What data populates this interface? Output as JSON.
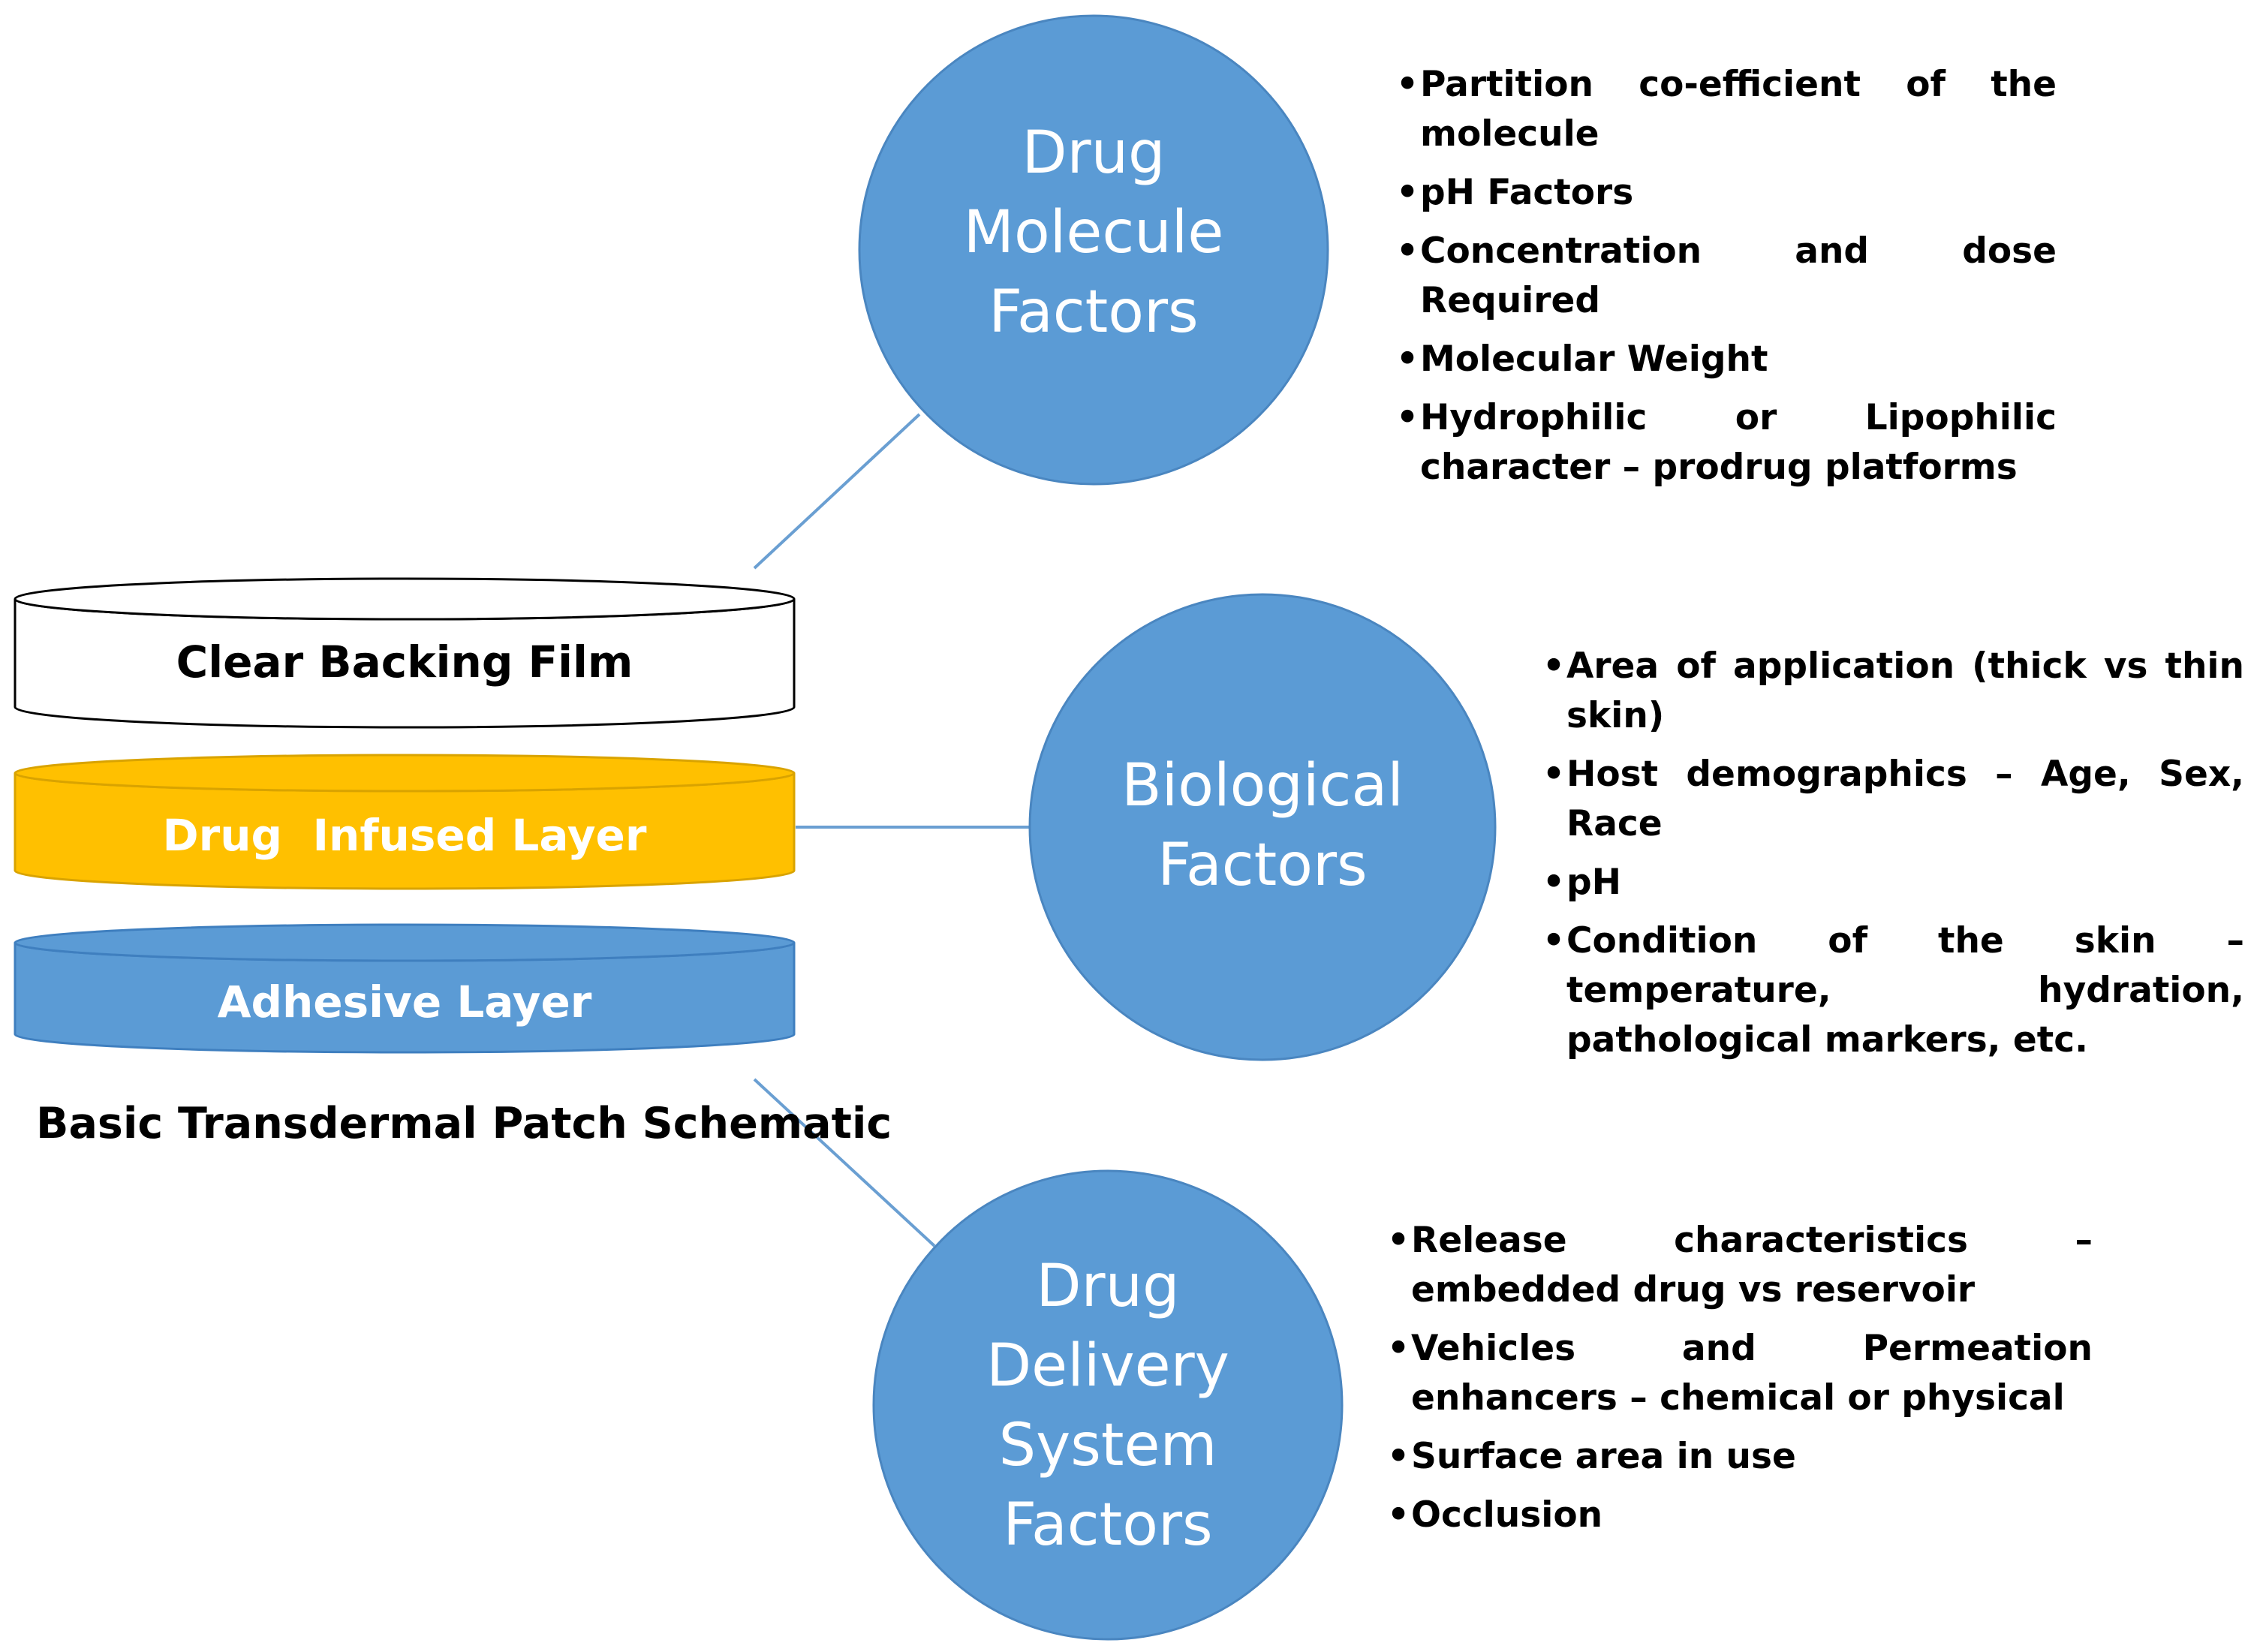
{
  "colors": {
    "circle_fill": "#5b9bd5",
    "circle_edge": "#4a86c0",
    "drug_layer": "#ffc000",
    "drug_layer_edge": "#d9a300",
    "adhesive_layer": "#5b9bd5",
    "adhesive_layer_edge": "#3f7fbf",
    "connector": "#6a9fd2",
    "backing_edge": "#000000"
  },
  "circles": {
    "molecule": {
      "lines": [
        "Drug",
        "Molecule",
        "Factors"
      ]
    },
    "biological": {
      "lines": [
        "Biological",
        "Factors"
      ]
    },
    "delivery": {
      "lines": [
        "Drug",
        "Delivery",
        "System",
        "Factors"
      ]
    }
  },
  "patch": {
    "backing_label": "Clear Backing Film",
    "drug_label": "Drug  Infused Layer",
    "adhesive_label": "Adhesive Layer",
    "caption": "Basic Transdermal Patch Schematic"
  },
  "bullets": {
    "molecule": [
      "Partition co-efficient of the molecule",
      "pH Factors",
      "Concentration and dose Required",
      "Molecular Weight",
      "Hydrophilic or Lipophilic character – prodrug platforms"
    ],
    "biological": [
      "Area of application (thick vs thin skin)",
      "Host demographics – Age, Sex, Race",
      "pH",
      "Condition of the skin – temperature, hydration, pathological markers, etc."
    ],
    "delivery": [
      "Release characteristics – embedded drug vs reservoir",
      "Vehicles and Permeation enhancers – chemical or physical",
      "Surface area in use",
      "Occlusion"
    ]
  }
}
